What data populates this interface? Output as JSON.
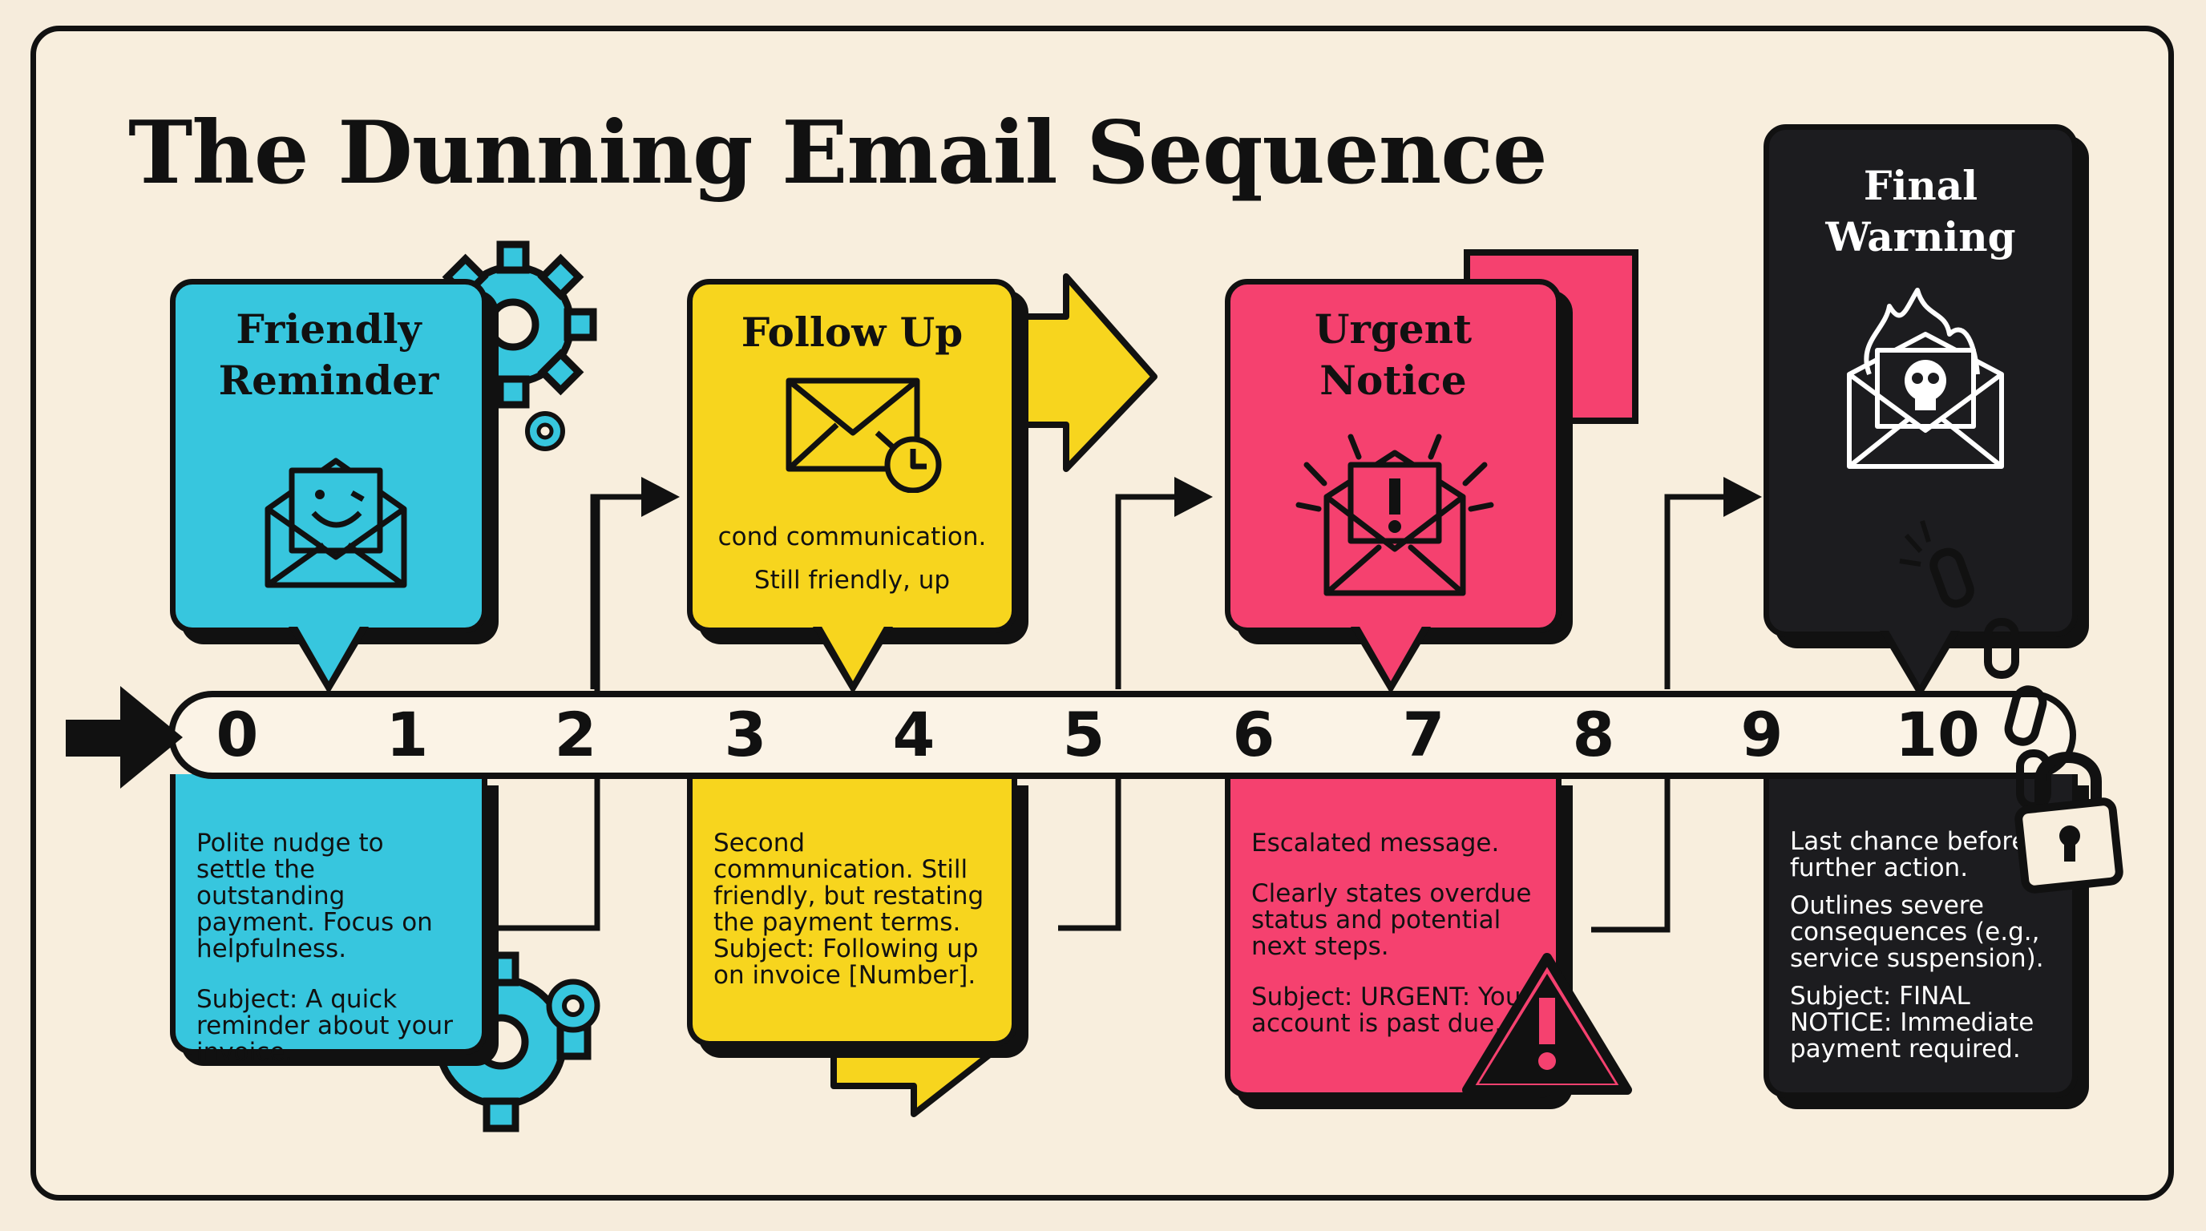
{
  "title": "The Dunning Email Sequence",
  "timeline": {
    "ticks": [
      "0",
      "1",
      "2",
      "3",
      "4",
      "5",
      "6",
      "7",
      "8",
      "9",
      "10"
    ]
  },
  "stages": [
    {
      "title_line1": "Friendly",
      "title_line2": "Reminder",
      "color": "#37c6de",
      "icon": "smiling-envelope-icon",
      "description_1": "Polite nudge to settle the outstanding payment. Focus on helpfulness.",
      "description_2": "Subject: A quick reminder about your invoice."
    },
    {
      "title_line1": "Follow Up",
      "color": "#f7d51e",
      "icon": "envelope-clock-icon",
      "snippet_1": "cond communication.",
      "snippet_2": "Still friendly, up",
      "description_1": "Second communication. Still friendly, but restating the payment terms.",
      "description_2": "Subject: Following up on invoice [Number]."
    },
    {
      "title_line1": "Urgent",
      "title_line2": "Notice",
      "color": "#f5416f",
      "icon": "alert-envelope-icon",
      "description_1": "Escalated message.",
      "description_2": "Clearly states overdue status and potential next steps.",
      "description_3": "Subject: URGENT: Your account is past due."
    },
    {
      "title_line1": "Final",
      "title_line2": "Warning",
      "color": "#1c1c1f",
      "icon": "skull-envelope-fire-icon",
      "description_1": "Last chance before further action.",
      "description_2": "Outlines severe consequences (e.g., service suspension).",
      "description_3": "Subject: FINAL NOTICE: Immediate payment required."
    }
  ],
  "decorations": [
    "gear-icon",
    "arrow-icon",
    "warning-triangle-icon",
    "broken-chain-icon",
    "padlock-icon"
  ]
}
